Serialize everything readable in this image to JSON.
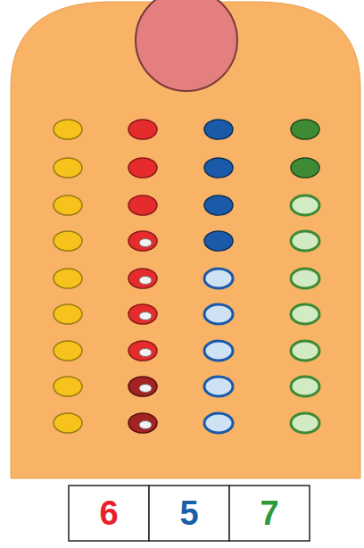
{
  "diagram": {
    "labels": [
      "6",
      "5",
      "7"
    ]
  }
}
